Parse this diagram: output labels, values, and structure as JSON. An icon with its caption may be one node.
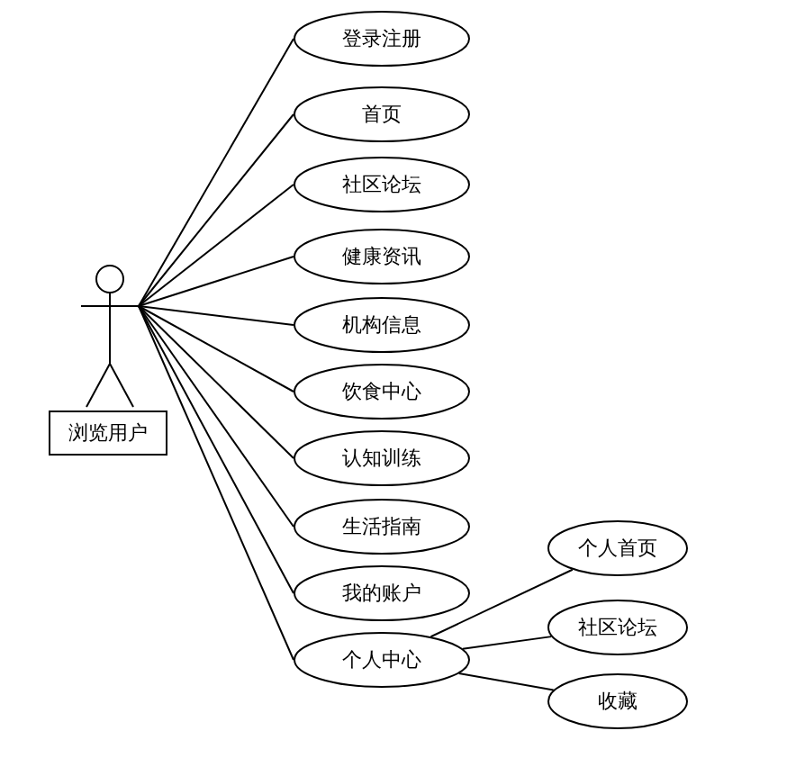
{
  "diagram": {
    "nodes": [
      {
        "text": [],
        "shape": "person"
      },
      {
        "text": [
          "浏览用户"
        ]
      },
      {
        "text": [
          "登录注册"
        ]
      },
      {
        "text": [
          "首页"
        ]
      },
      {
        "text": [
          "社区论坛"
        ]
      },
      {
        "text": [
          "健康资讯"
        ]
      },
      {
        "text": [
          "机构信息"
        ]
      },
      {
        "text": [
          "饮食中心"
        ]
      },
      {
        "text": [
          "认知训练"
        ]
      },
      {
        "text": [
          "生活指南"
        ]
      },
      {
        "text": [
          "我的账户"
        ]
      },
      {
        "text": [
          "个人中心"
        ]
      },
      {
        "text": [
          "个人首页"
        ]
      },
      {
        "text": [
          "社区论坛"
        ]
      },
      {
        "text": [
          "收藏"
        ]
      }
    ],
    "edges": [
      {
        "from": 0,
        "to": 2,
        "arrow": "none"
      },
      {
        "from": 0,
        "to": 3,
        "arrow": "none"
      },
      {
        "from": 0,
        "to": 4,
        "arrow": "none"
      },
      {
        "from": 0,
        "to": 5,
        "arrow": "none"
      },
      {
        "from": 0,
        "to": 6,
        "arrow": "none"
      },
      {
        "from": 0,
        "to": 7,
        "arrow": "none"
      },
      {
        "from": 0,
        "to": 8,
        "arrow": "none"
      },
      {
        "from": 0,
        "to": 9,
        "arrow": "none"
      },
      {
        "from": 0,
        "to": 10,
        "arrow": "none"
      },
      {
        "from": 0,
        "to": 11,
        "arrow": "none"
      },
      {
        "from": 11,
        "to": 12,
        "arrow": "none"
      },
      {
        "from": 11,
        "to": 13,
        "arrow": "none"
      },
      {
        "from": 11,
        "to": 14,
        "arrow": "none"
      }
    ]
  }
}
